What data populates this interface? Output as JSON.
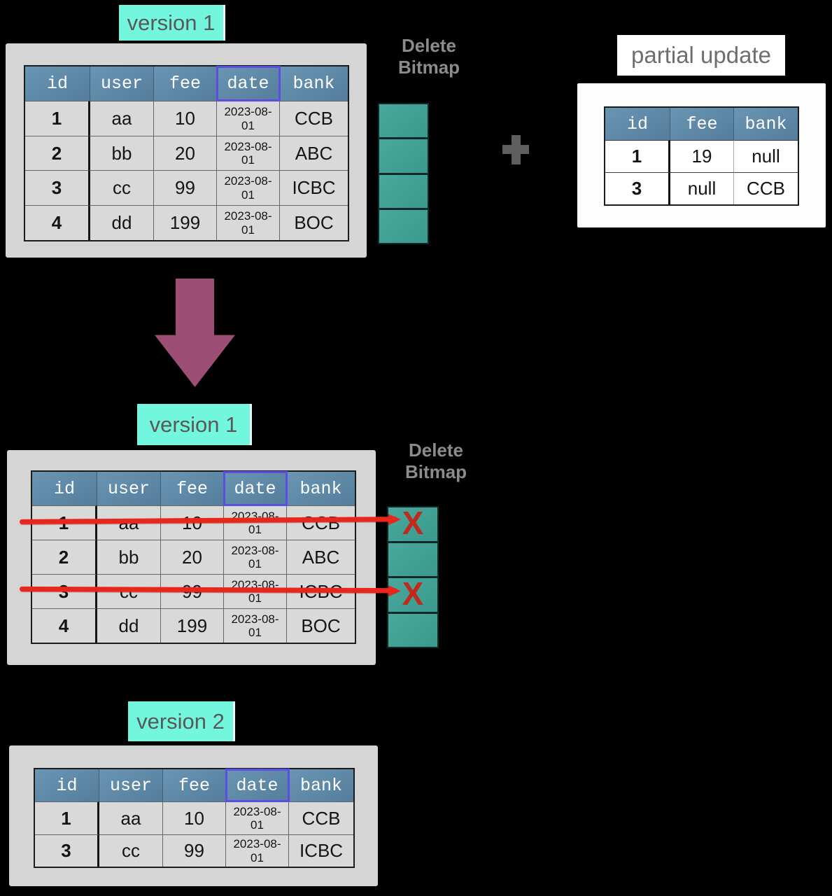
{
  "colors": {
    "background": "#000000",
    "version_label_bg": "#73F6DE",
    "header_blue": "#5D8CAD",
    "bitmap_teal": "#3EA396",
    "arrow_maroon": "#9C4E75",
    "strike_red": "#E8261B",
    "x_mark_red": "#C1291D",
    "date_header_border": "#5A4FE0",
    "panel_gray": "#D5D5D5",
    "partial_panel_white": "#FDFDFD"
  },
  "top": {
    "version_label": "version 1",
    "table": {
      "headers": [
        "id",
        "user",
        "fee",
        "date",
        "bank"
      ],
      "rows": [
        [
          "1",
          "aa",
          "10",
          "2023-08-01",
          "CCB"
        ],
        [
          "2",
          "bb",
          "20",
          "2023-08-01",
          "ABC"
        ],
        [
          "3",
          "cc",
          "99",
          "2023-08-01",
          "ICBC"
        ],
        [
          "4",
          "dd",
          "199",
          "2023-08-01",
          "BOC"
        ]
      ]
    },
    "bitmap": {
      "label": "Delete Bitmap",
      "cell_count": 4,
      "marks": [
        "",
        "",
        "",
        ""
      ]
    },
    "plus_sign": "+",
    "partial": {
      "label": "partial update",
      "headers": [
        "id",
        "fee",
        "bank"
      ],
      "rows": [
        [
          "1",
          "19",
          "null"
        ],
        [
          "3",
          "null",
          "CCB"
        ]
      ]
    }
  },
  "middle": {
    "version_label": "version 1",
    "table": {
      "headers": [
        "id",
        "user",
        "fee",
        "date",
        "bank"
      ],
      "rows": [
        [
          "1",
          "aa",
          "10",
          "2023-08-01",
          "CCB"
        ],
        [
          "2",
          "bb",
          "20",
          "2023-08-01",
          "ABC"
        ],
        [
          "3",
          "cc",
          "99",
          "2023-08-01",
          "ICBC"
        ],
        [
          "4",
          "dd",
          "199",
          "2023-08-01",
          "BOC"
        ]
      ]
    },
    "struck_row_ids": [
      "1",
      "3"
    ],
    "bitmap": {
      "label": "Delete Bitmap",
      "cell_count": 4,
      "marks": [
        "X",
        "",
        "X",
        ""
      ]
    }
  },
  "bottom": {
    "version_label": "version 2",
    "table": {
      "headers": [
        "id",
        "user",
        "fee",
        "date",
        "bank"
      ],
      "rows": [
        [
          "1",
          "aa",
          "10",
          "2023-08-01",
          "CCB"
        ],
        [
          "3",
          "cc",
          "99",
          "2023-08-01",
          "ICBC"
        ]
      ]
    }
  }
}
